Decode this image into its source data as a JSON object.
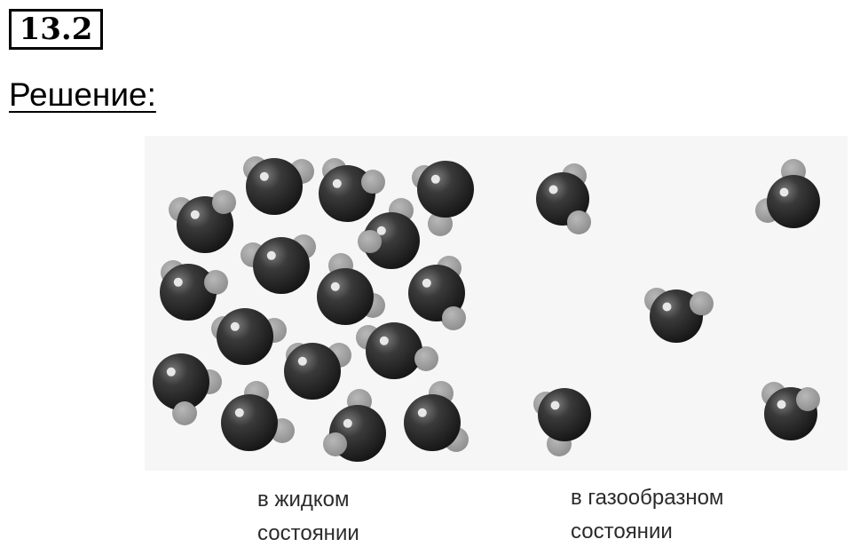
{
  "problem_number": "13.2",
  "section_title": "Решение:",
  "figure": {
    "colors": {
      "background": "#f6f6f6",
      "oxygen": "#2a2a2a",
      "hydrogen": "#9a9a9a"
    },
    "captions": {
      "liquid": {
        "line1": "в жидком",
        "line2": "состоянии"
      },
      "gas": {
        "line1": "в газообразном",
        "line2": "состоянии"
      }
    }
  }
}
